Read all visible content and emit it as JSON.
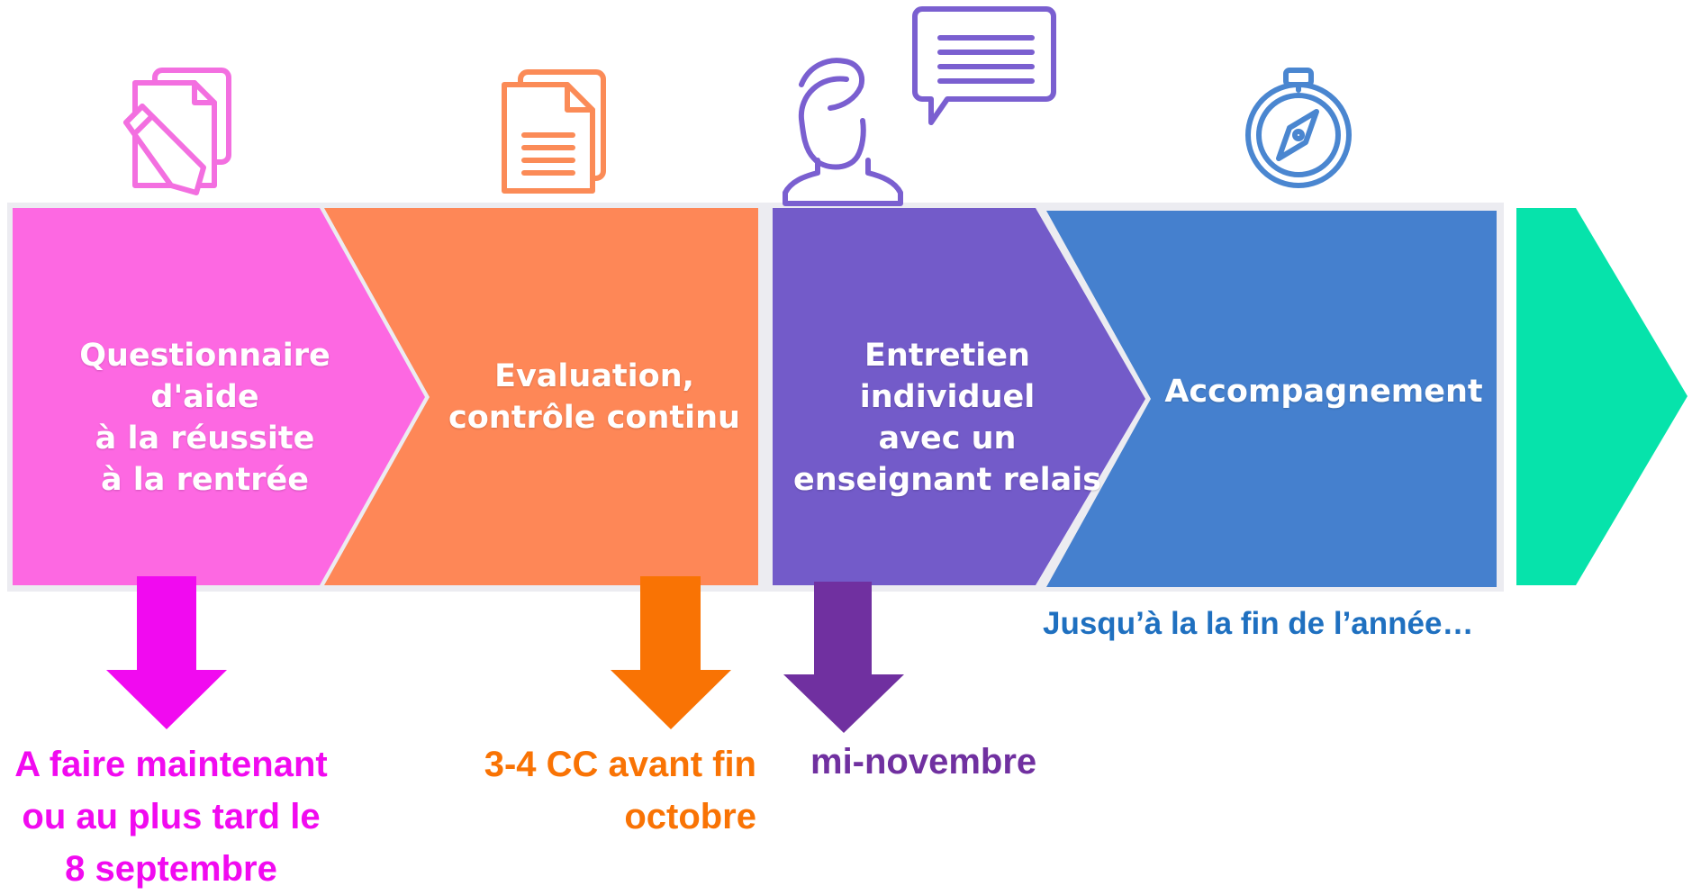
{
  "steps": [
    {
      "label": "Questionnaire d'aide\nà la réussite\nà la rentrée",
      "color": "#fd68e2",
      "icon": "document-pencil-icon"
    },
    {
      "label": "Evaluation,\ncontrôle continu",
      "color": "#fe8757",
      "icon": "document-icon"
    },
    {
      "label": "Entretien individuel\navec un\nenseignant relais",
      "color": "#735bc9",
      "icon": "person-speech-bubble-icon"
    },
    {
      "label": "Accompagnement",
      "color": "#4580ce",
      "icon": "compass-icon"
    },
    {
      "label": "",
      "color": "#06e3ab",
      "icon": ""
    }
  ],
  "deadlines": [
    {
      "text": "A faire maintenant\nou au plus tard le\n8 septembre",
      "color": "#f10af0"
    },
    {
      "text": "3-4 CC avant fin\noctobre",
      "color": "#f97304"
    },
    {
      "text": "mi-novembre",
      "color": "#7030a0"
    }
  ],
  "footer_note": {
    "text": "Jusqu’à la la fin de l’année…",
    "color": "#1f70c0"
  }
}
